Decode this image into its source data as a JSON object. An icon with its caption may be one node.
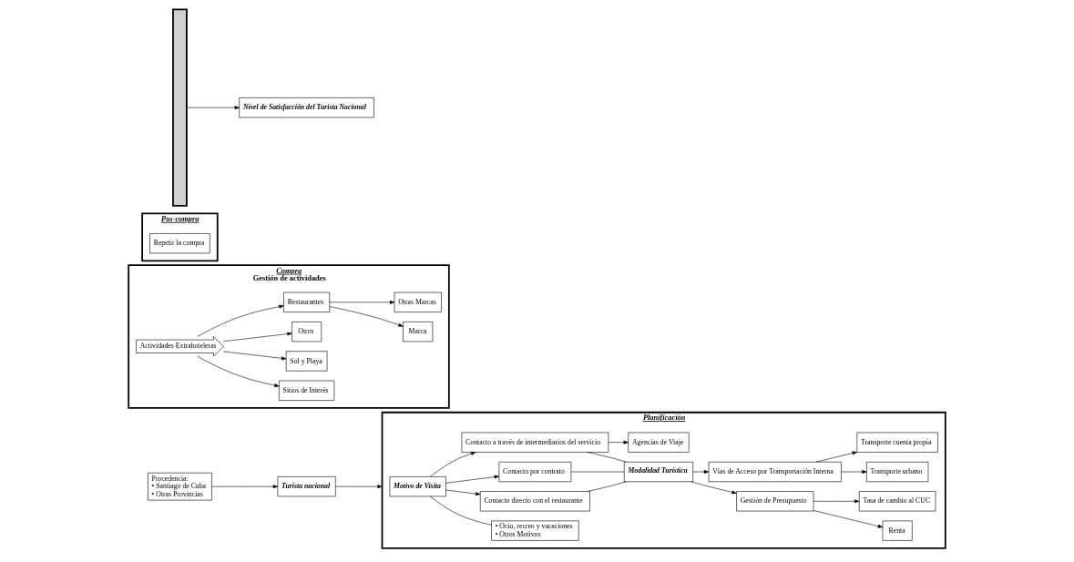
{
  "diagram": {
    "nodes": [
      {
        "text": [
          "Procedencia:",
          "• Santiago de Cuba",
          "• Otras Provincias"
        ]
      },
      {
        "text": [
          "Turista nacional"
        ]
      },
      {
        "text": [
          "Planificación"
        ]
      },
      {
        "text": [
          "Motivo de Visita"
        ],
        "in": 2
      },
      {
        "text": [
          "• Ocio, recreo y vacaciones",
          "• Otros Motivos"
        ],
        "in": 2
      },
      {
        "text": [
          "Contacto directo con el restaurante"
        ],
        "in": 2
      },
      {
        "text": [
          "Contacto por contrato"
        ],
        "in": 2
      },
      {
        "text": [
          "Contacto a través de intermediarios del servicio"
        ],
        "in": 2
      },
      {
        "text": [
          "Agencias de Viaje"
        ],
        "in": 2
      },
      {
        "text": [
          "Modalidad Turística"
        ],
        "in": 2
      },
      {
        "text": [
          "Gestión de Presupuesto"
        ],
        "in": 2
      },
      {
        "text": [
          "Renta"
        ],
        "in": 2
      },
      {
        "text": [
          "Tasa de cambio al CUC"
        ],
        "in": 2
      },
      {
        "text": [
          "Vías de Acceso por Transportación Interna"
        ],
        "in": 2
      },
      {
        "text": [
          "Transporte urbano"
        ],
        "in": 2
      },
      {
        "text": [
          "Transporte cuenta propia"
        ],
        "in": 2
      },
      {
        "text": [
          "Compra",
          "Gestión de actividades"
        ]
      },
      {
        "text": [
          "Actividades Extrahoteleras"
        ],
        "in": 16
      },
      {
        "text": [
          "Sitios de Interés"
        ],
        "in": 16
      },
      {
        "text": [
          "Sol y Playa"
        ],
        "in": 16
      },
      {
        "text": [
          "Otros"
        ],
        "in": 16
      },
      {
        "text": [
          "Restaurantes"
        ],
        "in": 16
      },
      {
        "text": [
          "Marca"
        ],
        "in": 16
      },
      {
        "text": [
          "Otras Marcas"
        ],
        "in": 16
      },
      {
        "text": [
          "Pos-compra"
        ]
      },
      {
        "text": [
          "Repetir la compra"
        ],
        "in": 24
      },
      {
        "text": [],
        "shape": "bar"
      },
      {
        "text": [
          "Nivel de Satisfacción del Turista Nacional"
        ]
      }
    ],
    "edges": [
      {
        "from": 0,
        "to": 1,
        "arrow": "to"
      },
      {
        "from": 1,
        "to": 2,
        "arrow": "to"
      },
      {
        "from": 3,
        "to": 4,
        "arrow": "none"
      },
      {
        "from": 3,
        "to": 5,
        "arrow": "to"
      },
      {
        "from": 3,
        "to": 6,
        "arrow": "to"
      },
      {
        "from": 3,
        "to": 7,
        "arrow": "to"
      },
      {
        "from": 7,
        "to": 8,
        "arrow": "to"
      },
      {
        "from": 5,
        "to": 9,
        "arrow": "none"
      },
      {
        "from": 6,
        "to": 9,
        "arrow": "none"
      },
      {
        "from": 7,
        "to": 9,
        "arrow": "none"
      },
      {
        "from": 9,
        "to": 10,
        "arrow": "to"
      },
      {
        "from": 9,
        "to": 13,
        "arrow": "to"
      },
      {
        "from": 10,
        "to": 11,
        "arrow": "to"
      },
      {
        "from": 10,
        "to": 12,
        "arrow": "to"
      },
      {
        "from": 13,
        "to": 14,
        "arrow": "to"
      },
      {
        "from": 13,
        "to": 15,
        "arrow": "to"
      },
      {
        "from": 17,
        "to": 18,
        "arrow": "to"
      },
      {
        "from": 17,
        "to": 19,
        "arrow": "to"
      },
      {
        "from": 17,
        "to": 20,
        "arrow": "to"
      },
      {
        "from": 17,
        "to": 21,
        "arrow": "to"
      },
      {
        "from": 21,
        "to": 22,
        "arrow": "to"
      },
      {
        "from": 21,
        "to": 23,
        "arrow": "to"
      },
      {
        "from": 26,
        "to": 27,
        "arrow": "to"
      }
    ]
  }
}
